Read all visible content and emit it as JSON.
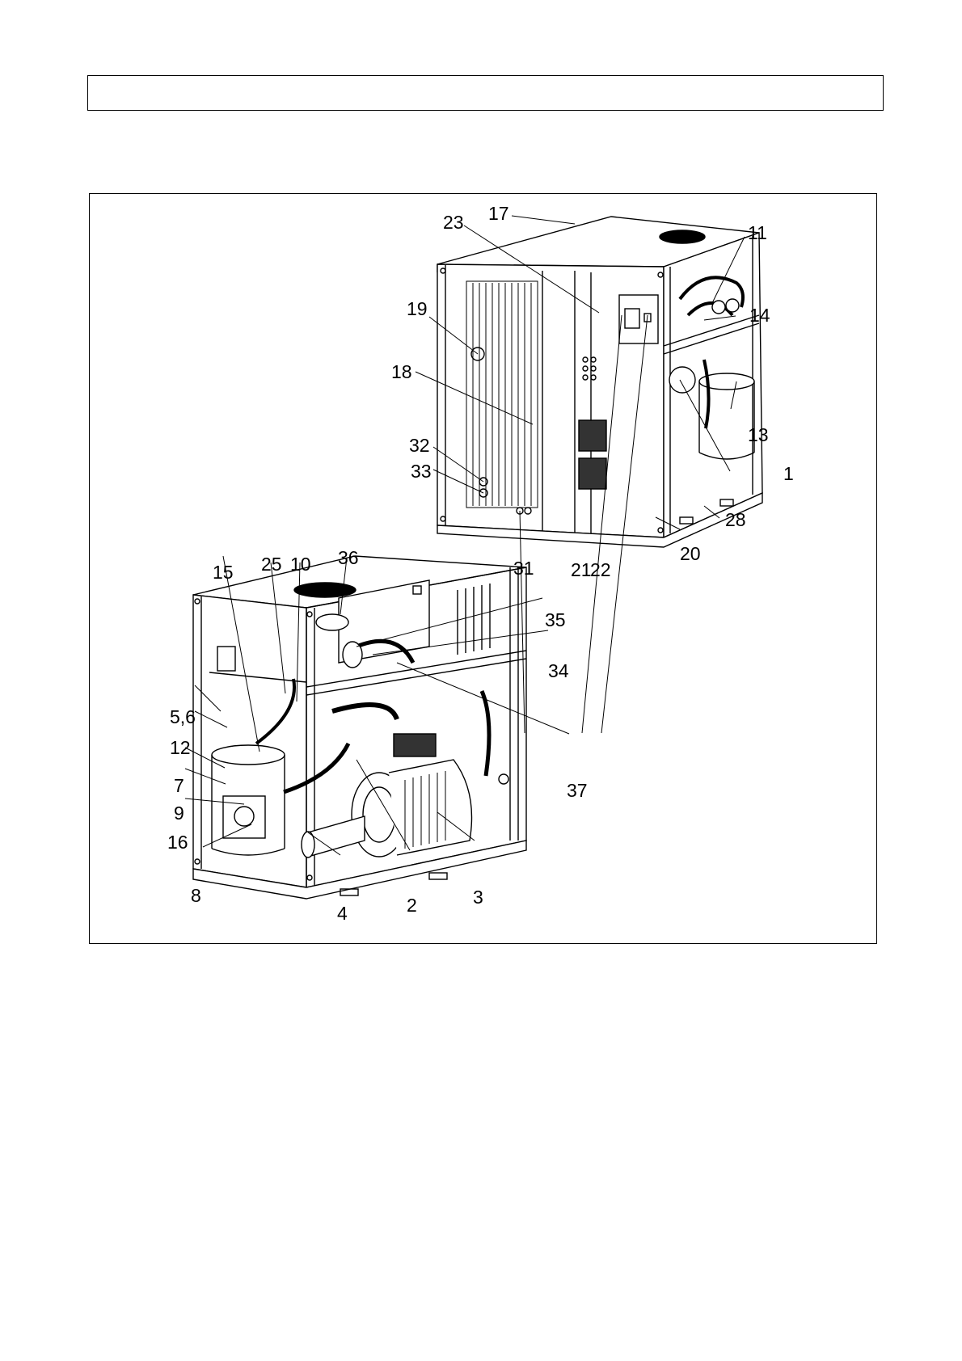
{
  "header": {
    "text": ""
  },
  "figure": {
    "upper_unit": {
      "callouts": [
        "17",
        "23",
        "11",
        "19",
        "14",
        "18",
        "13",
        "32",
        "1",
        "33",
        "28",
        "20",
        "31",
        "21",
        "22"
      ]
    },
    "lower_unit": {
      "callouts": [
        "15",
        "25",
        "10",
        "36",
        "35",
        "34",
        "5,6",
        "12",
        "37",
        "7",
        "9",
        "16",
        "8",
        "4",
        "2",
        "3"
      ]
    }
  }
}
